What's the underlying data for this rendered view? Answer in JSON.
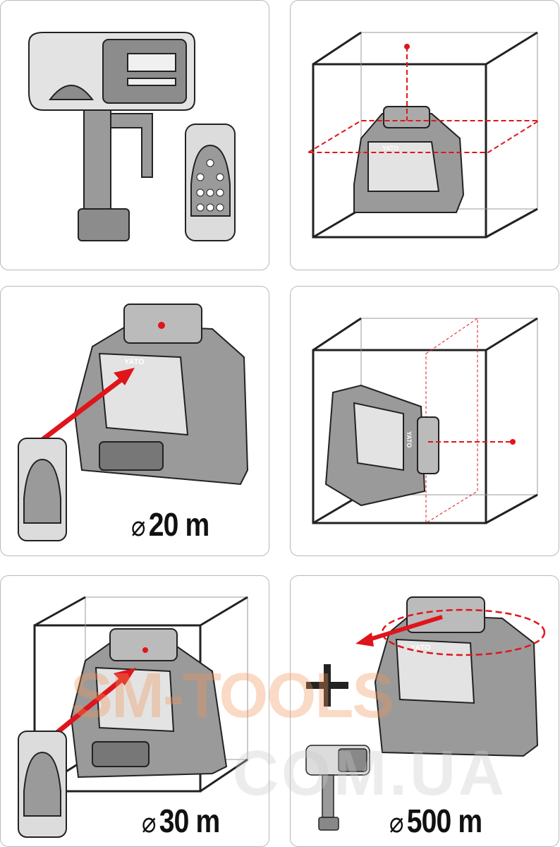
{
  "panels": [
    {
      "id": "accessories",
      "description_label": ""
    },
    {
      "id": "horizontal-vertical-cross"
    },
    {
      "id": "remote-range",
      "range_symbol": "⌀",
      "range_value": "20",
      "range_unit": "m",
      "brand": "YATO"
    },
    {
      "id": "side-vertical",
      "brand": "YATO"
    },
    {
      "id": "indoor-range",
      "range_symbol": "⌀",
      "range_value": "30",
      "range_unit": "m"
    },
    {
      "id": "detector-range",
      "range_symbol": "⌀",
      "range_value": "500",
      "range_unit": "m",
      "brand": "YATO",
      "plus": "+"
    }
  ],
  "brand": "YATO",
  "watermark": {
    "line1": "SM-TOOLS",
    "line2": "COM.UA"
  },
  "colors": {
    "laser": "#e0141b",
    "body": "#9a9a9a",
    "light": "#e6e6e6",
    "outline": "#222222"
  }
}
